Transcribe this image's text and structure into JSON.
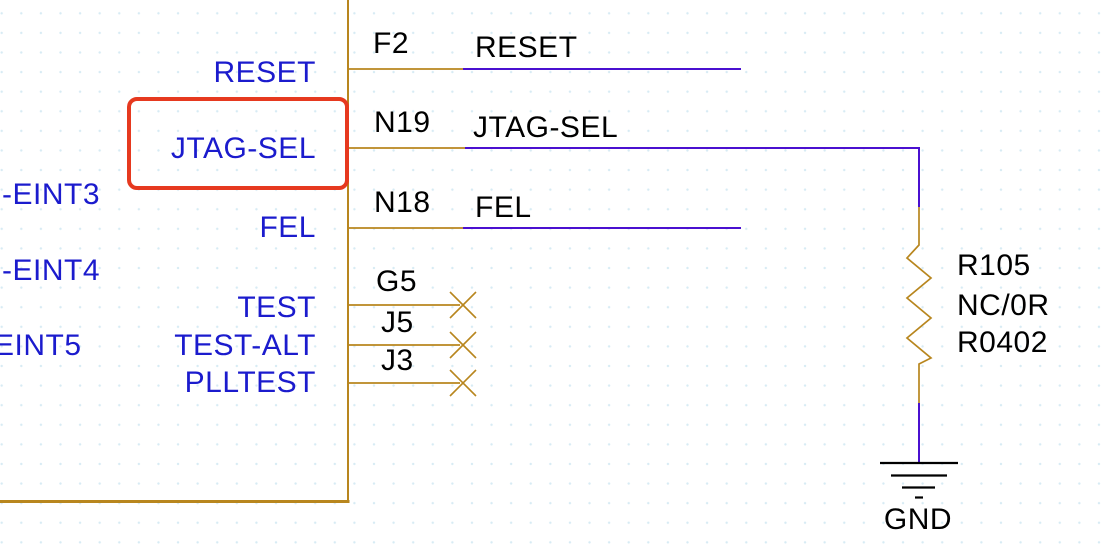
{
  "schematic": {
    "component": {
      "description": "IC symbol (right edge visible), right-side pins",
      "pins": [
        {
          "number": "F2",
          "name": "RESET",
          "net": "RESET",
          "connection": "wire"
        },
        {
          "number": "N19",
          "name": "JTAG-SEL",
          "net": "JTAG-SEL",
          "connection": "wire-to-resistor"
        },
        {
          "number": "N18",
          "name": "FEL",
          "net": "FEL",
          "connection": "wire"
        },
        {
          "number": "G5",
          "name": "TEST",
          "net": "",
          "connection": "no-connect"
        },
        {
          "number": "J5",
          "name": "TEST-ALT",
          "net": "",
          "connection": "no-connect"
        },
        {
          "number": "J3",
          "name": "PLLTEST",
          "net": "",
          "connection": "no-connect"
        }
      ],
      "left_edge_partial_pin_names": [
        "-EINT3",
        "-EINT4",
        "EINT5"
      ]
    },
    "resistor": {
      "designator": "R105",
      "value": "NC/0R",
      "footprint": "R0402"
    },
    "ground": {
      "label": "GND"
    },
    "highlight": {
      "highlighted_item": "JTAG-SEL pin name",
      "shape": "rounded-rectangle"
    }
  },
  "colors": {
    "component_outline": "#b8861e",
    "wire": "#4a10d0",
    "pin_name_text": "#1b1bcd",
    "label_text": "#000000",
    "highlight_border": "#e6391f",
    "grid_dot": "#d7ebf4",
    "background": "#ffffff"
  }
}
